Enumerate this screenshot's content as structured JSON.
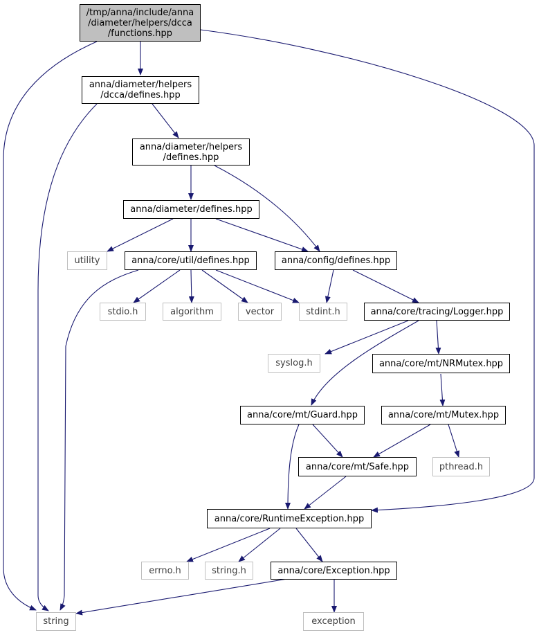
{
  "colors": {
    "edge": "#191970",
    "root_fill": "#bfbfbf",
    "system_border": "#bfbfbf",
    "project_border": "#000000"
  },
  "nodes": {
    "functions": "/tmp/anna/include/anna\n/diameter/helpers/dcca\n/functions.hpp",
    "dcca_defines": "anna/diameter/helpers\n/dcca/defines.hpp",
    "helpers_defines": "anna/diameter/helpers\n/defines.hpp",
    "diameter_defines": "anna/diameter/defines.hpp",
    "utility": "utility",
    "util_defines": "anna/core/util/defines.hpp",
    "config_defines": "anna/config/defines.hpp",
    "stdio": "stdio.h",
    "algorithm": "algorithm",
    "vector": "vector",
    "stdint": "stdint.h",
    "logger": "anna/core/tracing/Logger.hpp",
    "syslog": "syslog.h",
    "nrmutex": "anna/core/mt/NRMutex.hpp",
    "guard": "anna/core/mt/Guard.hpp",
    "mutex": "anna/core/mt/Mutex.hpp",
    "safe": "anna/core/mt/Safe.hpp",
    "pthread": "pthread.h",
    "runtime_exception": "anna/core/RuntimeException.hpp",
    "errno": "errno.h",
    "string_h": "string.h",
    "exception_hpp": "anna/core/Exception.hpp",
    "string": "string",
    "exception": "exception"
  }
}
